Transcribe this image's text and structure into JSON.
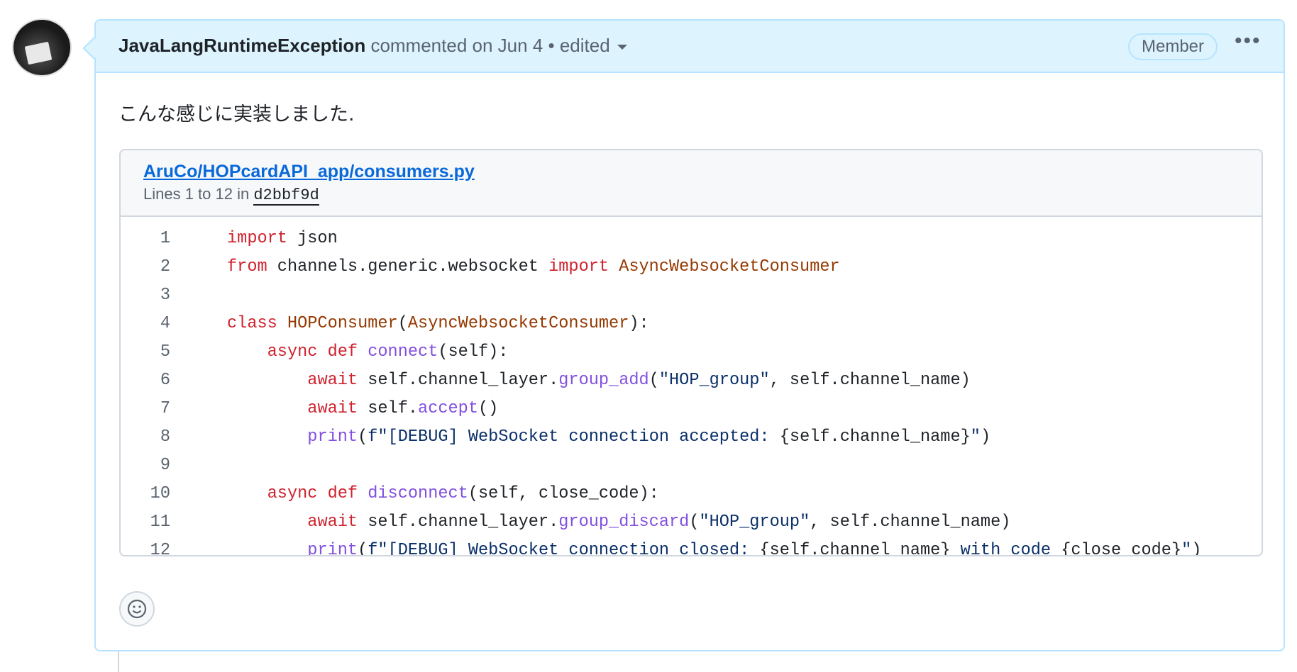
{
  "comment": {
    "author": "JavaLangRuntimeException",
    "action": "commented on Jun 4",
    "separator": "•",
    "edited": "edited",
    "badge": "Member",
    "menu": "•••",
    "body": "こんな感じに実装しました."
  },
  "snippet": {
    "path": "AruCo/HOPcardAPI_app/consumers.py",
    "lines_label": "Lines 1 to 12 in",
    "sha": "d2bbf9d",
    "lines": [
      [
        [
          "k",
          "import"
        ],
        [
          "",
          " json"
        ]
      ],
      [
        [
          "k",
          "from"
        ],
        [
          "",
          " channels.generic.websocket "
        ],
        [
          "k",
          "import"
        ],
        [
          "t",
          " AsyncWebsocketConsumer"
        ]
      ],
      [],
      [
        [
          "k",
          "class"
        ],
        [
          "t",
          " HOPConsumer"
        ],
        [
          "",
          "("
        ],
        [
          "t",
          "AsyncWebsocketConsumer"
        ],
        [
          "",
          "):"
        ]
      ],
      [
        [
          "",
          "    "
        ],
        [
          "k",
          "async def"
        ],
        [
          "f",
          " connect"
        ],
        [
          "",
          "(self):"
        ]
      ],
      [
        [
          "",
          "        "
        ],
        [
          "k",
          "await"
        ],
        [
          "",
          " self.channel_layer."
        ],
        [
          "f",
          "group_add"
        ],
        [
          "",
          "("
        ],
        [
          "s",
          "\"HOP_group\""
        ],
        [
          "",
          ", self.channel_name)"
        ]
      ],
      [
        [
          "",
          "        "
        ],
        [
          "k",
          "await"
        ],
        [
          "",
          " self."
        ],
        [
          "f",
          "accept"
        ],
        [
          "",
          "()"
        ]
      ],
      [
        [
          "",
          "        "
        ],
        [
          "f",
          "print"
        ],
        [
          "",
          "("
        ],
        [
          "s",
          "f\"[DEBUG] WebSocket connection accepted: "
        ],
        [
          "",
          "{self.channel_name}"
        ],
        [
          "s",
          "\""
        ],
        [
          "",
          ")"
        ]
      ],
      [],
      [
        [
          "",
          "    "
        ],
        [
          "k",
          "async def"
        ],
        [
          "f",
          " disconnect"
        ],
        [
          "",
          "(self, close_code):"
        ]
      ],
      [
        [
          "",
          "        "
        ],
        [
          "k",
          "await"
        ],
        [
          "",
          " self.channel_layer."
        ],
        [
          "f",
          "group_discard"
        ],
        [
          "",
          "("
        ],
        [
          "s",
          "\"HOP_group\""
        ],
        [
          "",
          ", self.channel_name)"
        ]
      ],
      [
        [
          "",
          "        "
        ],
        [
          "f",
          "print"
        ],
        [
          "",
          "("
        ],
        [
          "s",
          "f\"[DEBUG] WebSocket connection closed: "
        ],
        [
          "",
          "{self.channel_name}"
        ],
        [
          "s",
          " with code "
        ],
        [
          "",
          "{close_code}"
        ],
        [
          "s",
          "\""
        ],
        [
          "",
          ")"
        ]
      ]
    ]
  }
}
